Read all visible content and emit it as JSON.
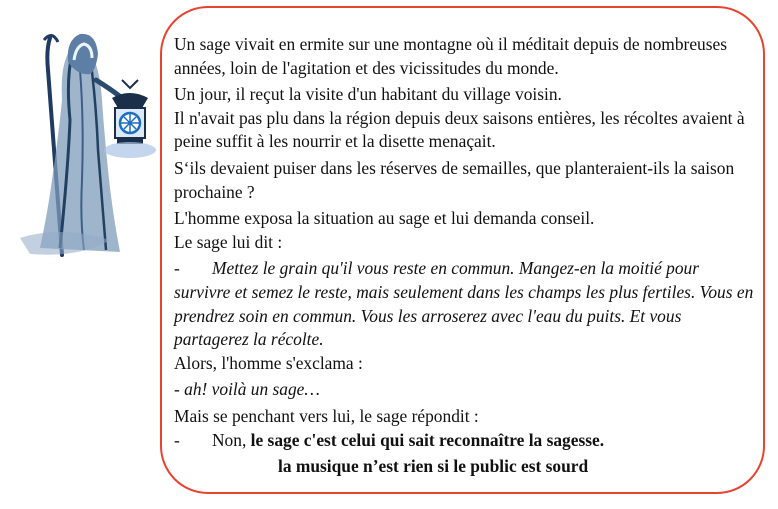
{
  "illustration": {
    "icon": "hermit-with-lantern-icon"
  },
  "story": {
    "p1": "Un sage vivait en ermite sur une montagne où il méditait depuis de nombreuses années, loin de l'agitation et des vicissitudes du monde.",
    "p2": "Un jour, il reçut la visite d'un habitant du village voisin.",
    "p3": "Il n'avait pas plu dans la région depuis deux saisons entières, les récoltes avaient à peine suffit à les nourrir et la disette menaçait.",
    "p4": "S‘ils devaient puiser dans les réserves de semailles, que planteraient-ils la saison prochaine ?",
    "p5": "L'homme exposa la situation au sage et lui demanda conseil.",
    "p6": "Le sage lui dit :",
    "dash": "-",
    "sage_advice": "Mettez le grain qu'il vous reste en commun. Mangez-en la moitié pour survivre et semez le reste, mais seulement dans les champs les plus fertiles. Vous en prendrez soin en commun. Vous les arroserez avec l'eau du puits. Et vous partagerez la récolte.",
    "p7": "Alors, l'homme s'exclama :",
    "man_exclaim": "- ah! voilà un sage…",
    "p8": "Mais se penchant vers lui, le sage répondit :",
    "reply_start": "Non, ",
    "reply_bold": "le sage c'est celui qui sait reconnaître la sagesse.",
    "moral": "la musique n’est rien si le public est sourd"
  },
  "colors": {
    "frame_border": "#e8432f",
    "text": "#111111"
  }
}
